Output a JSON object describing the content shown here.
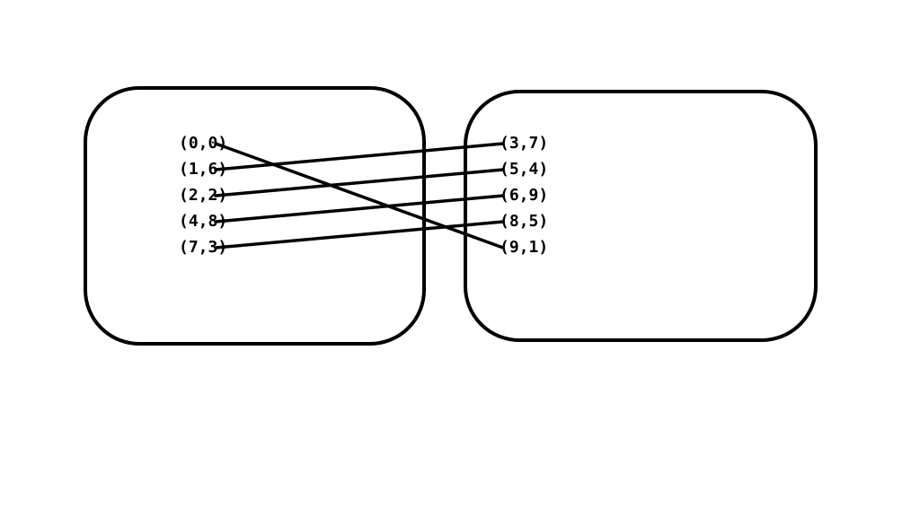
{
  "domain_set": [
    "(0,0)",
    "(1,6)",
    "(2,2)",
    "(4,8)",
    "(7,3)"
  ],
  "codomain_set": [
    "(3,7)",
    "(5,4)",
    "(6,9)",
    "(8,5)",
    "(9,1)"
  ],
  "mapping": [
    {
      "from": 0,
      "to": 4
    },
    {
      "from": 1,
      "to": 0
    },
    {
      "from": 2,
      "to": 1
    },
    {
      "from": 3,
      "to": 2
    },
    {
      "from": 4,
      "to": 3
    }
  ],
  "colors": {
    "stroke": "#000000",
    "background": "#ffffff"
  }
}
